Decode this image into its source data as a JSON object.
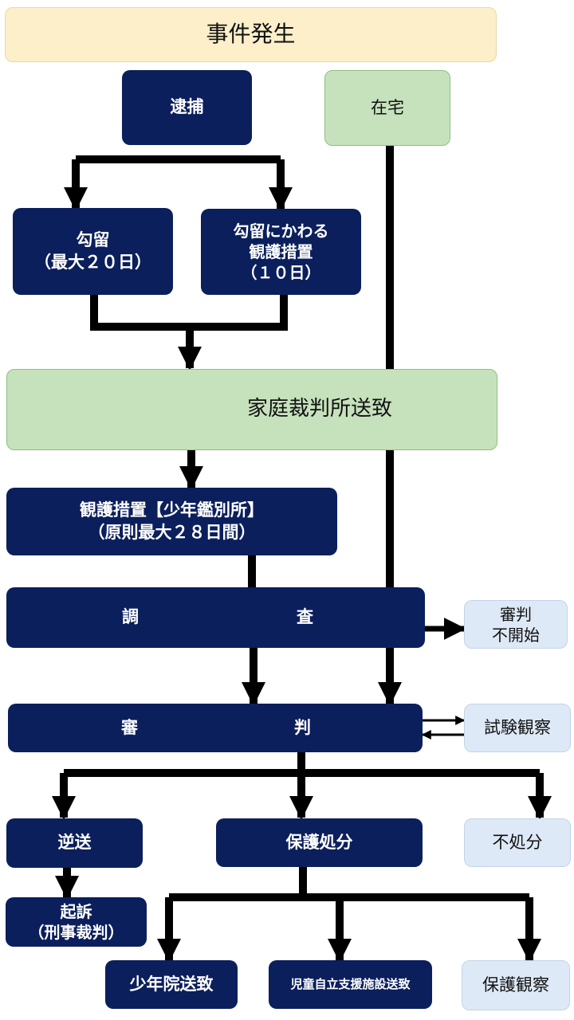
{
  "flow": {
    "incident": "事件発生",
    "arrest": "逮捕",
    "at_home": "在宅",
    "detention": {
      "line1": "勾留",
      "line2": "（最大２０日）"
    },
    "alt_custody": {
      "line1": "勾留にかわる",
      "line2": "観護措置",
      "line3": "（１０日）"
    },
    "family_court_referral": "家庭裁判所送致",
    "observation_custody": {
      "line1": "観護措置【少年鑑別所】",
      "line2": "（原則最大２８日間）"
    },
    "investigation": {
      "left": "調",
      "right": "査"
    },
    "no_hearing": {
      "line1": "審判",
      "line2": "不開始"
    },
    "hearing": {
      "left": "審",
      "right": "判"
    },
    "trial_observation": "試験観察",
    "reverse_referral": "逆送",
    "protective_disposition": "保護処分",
    "no_disposition": "不処分",
    "prosecution": {
      "line1": "起訴",
      "line2": "（刑事裁判）"
    },
    "juvenile_training_school": "少年院送致",
    "child_support_facility": "児童自立支援施設送致",
    "probation": "保護観察"
  },
  "colors": {
    "navy": "#0b1f5c",
    "green": "#c6e2bd",
    "yellow": "#fcefc9",
    "light_blue": "#dde9f6",
    "arrow": "#000000"
  }
}
